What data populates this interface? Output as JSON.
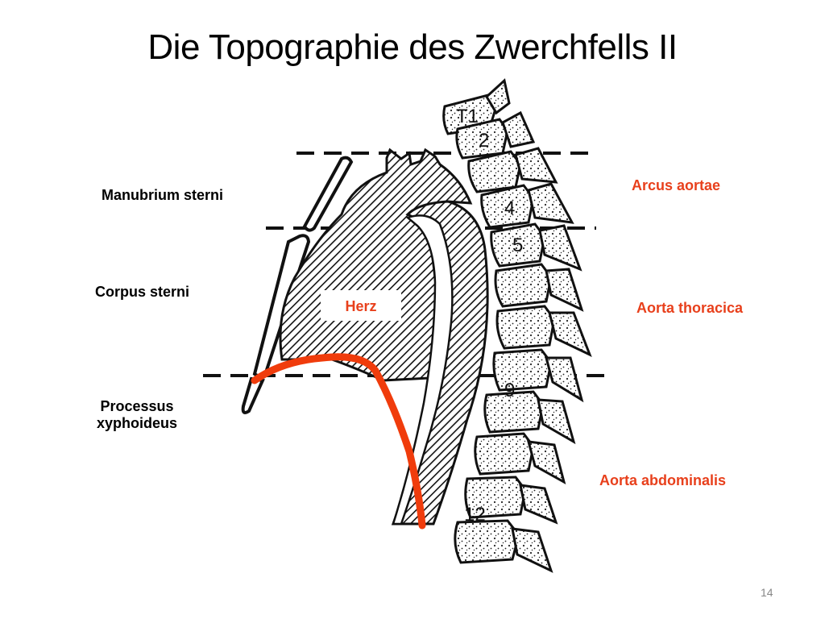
{
  "slide": {
    "title": "Die Topographie des Zwerchfells II",
    "page_number": "14"
  },
  "labels": {
    "manubrium": "Manubrium sterni",
    "corpus": "Corpus sterni",
    "processus_line1": "Processus",
    "processus_line2": "xyphoideus",
    "herz": "Herz",
    "arcus": "Arcus aortae",
    "thoracica": "Aorta thoracica",
    "abdominalis": "Aorta abdominalis"
  },
  "vertebra_labels": {
    "t1": "T1",
    "v2": "2",
    "v4": "4",
    "v5": "5",
    "v9": "9",
    "v12": "12"
  },
  "colors": {
    "accent_red": "#e8401c",
    "diaphragm_line": "#f03c0c"
  }
}
